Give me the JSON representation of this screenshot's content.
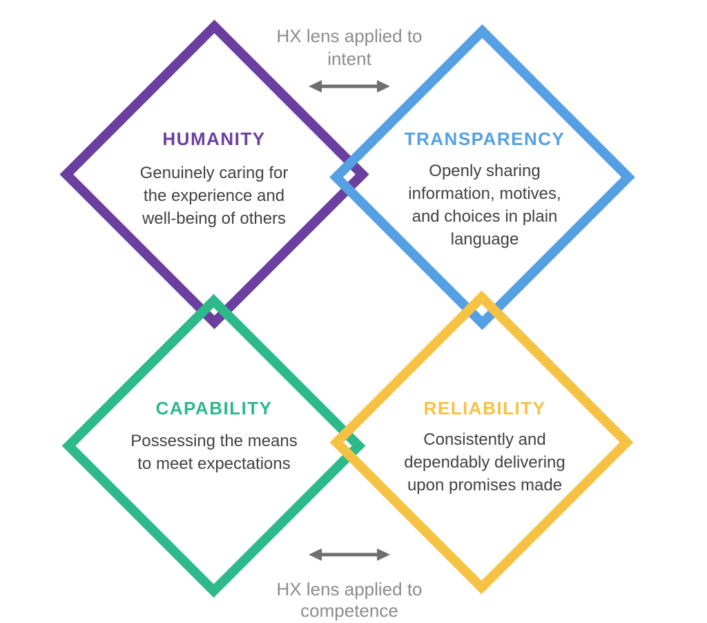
{
  "figure": {
    "top_label": "HX lens applied to intent",
    "bottom_label": "HX lens applied to competence"
  },
  "quadrants": [
    {
      "title": "HUMANITY",
      "description": "Genuinely caring for the experience and well-being of others",
      "color": "#6b3fa0"
    },
    {
      "title": "TRANSPARENCY",
      "description": "Openly sharing information, motives, and choices in plain language",
      "color": "#55a0e3"
    },
    {
      "title": "CAPABILITY",
      "description": "Possessing the means to meet expectations",
      "color": "#2db98a"
    },
    {
      "title": "RELIABILITY",
      "description": "Consistently and dependably delivering upon promises made",
      "color": "#f6c244"
    }
  ],
  "icons": [
    {
      "name": "double-arrow-icon",
      "meaning": "two-way relationship between intent quadrants"
    },
    {
      "name": "double-arrow-icon",
      "meaning": "two-way relationship between competence quadrants"
    }
  ],
  "colors": {
    "label_gray": "#8c8c8c",
    "arrow_gray": "#6f6f6f",
    "body_text": "#414141",
    "background": "#ffffff"
  }
}
